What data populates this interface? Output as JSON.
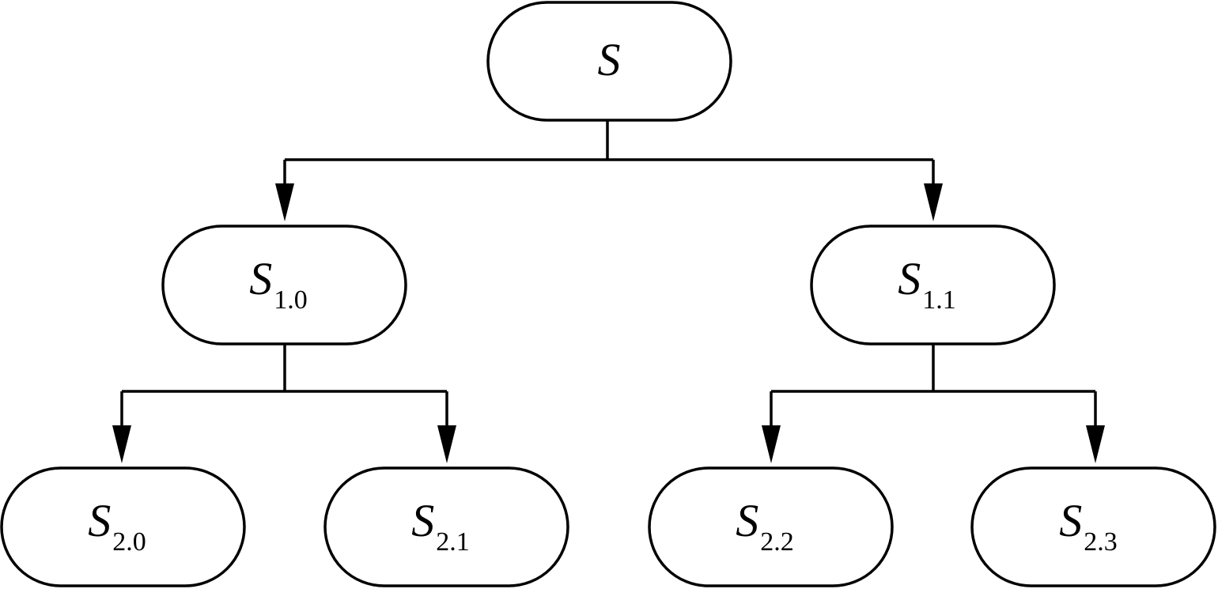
{
  "nodes": {
    "root": {
      "symbol": "S",
      "subscript": ""
    },
    "n1_0": {
      "symbol": "S",
      "subscript": "1.0"
    },
    "n1_1": {
      "symbol": "S",
      "subscript": "1.1"
    },
    "n2_0": {
      "symbol": "S",
      "subscript": "2.0"
    },
    "n2_1": {
      "symbol": "S",
      "subscript": "2.1"
    },
    "n2_2": {
      "symbol": "S",
      "subscript": "2.2"
    },
    "n2_3": {
      "symbol": "S",
      "subscript": "2.3"
    }
  },
  "edges": [
    {
      "from": "root",
      "to": "n1_0"
    },
    {
      "from": "root",
      "to": "n1_1"
    },
    {
      "from": "n1_0",
      "to": "n2_0"
    },
    {
      "from": "n1_0",
      "to": "n2_1"
    },
    {
      "from": "n1_1",
      "to": "n2_2"
    },
    {
      "from": "n1_1",
      "to": "n2_3"
    }
  ]
}
